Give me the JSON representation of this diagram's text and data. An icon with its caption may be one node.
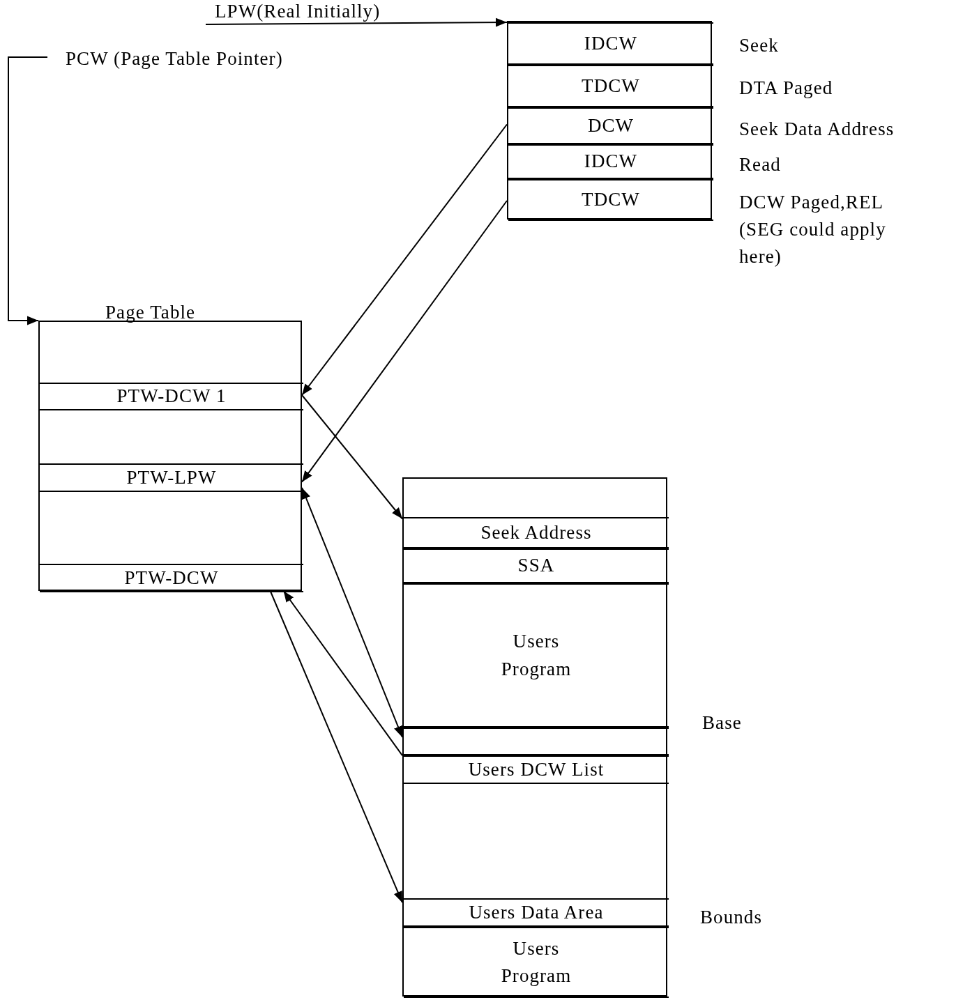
{
  "diagram": {
    "nodes": [
      {
        "text": [],
        "shape": "box"
      },
      {
        "text": [
          "IDCW"
        ],
        "in": 0,
        "beside": [
          "Seek"
        ]
      },
      {
        "text": [
          "TDCW"
        ],
        "in": 0,
        "beside": [
          "DTA Paged"
        ]
      },
      {
        "text": [
          "DCW"
        ],
        "in": 0,
        "beside": [
          "Seek Data Address"
        ]
      },
      {
        "text": [
          "IDCW"
        ],
        "in": 0,
        "beside": [
          "Read"
        ]
      },
      {
        "text": [
          "TDCW"
        ],
        "in": 0,
        "beside": [
          "DCW Paged,REL (SEG could apply here)"
        ]
      },
      {
        "text": [
          "PCW (Page Table Pointer)"
        ]
      },
      {
        "text": [
          "Page Table"
        ]
      },
      {
        "text": [
          "PTW-DCW 1"
        ],
        "in": 7
      },
      {
        "text": [
          "PTW-LPW"
        ],
        "in": 7
      },
      {
        "text": [
          "PTW-DCW"
        ],
        "in": 7
      },
      {
        "text": [],
        "shape": "box"
      },
      {
        "text": [
          "Seek Address"
        ],
        "in": 11
      },
      {
        "text": [
          "SSA"
        ],
        "in": 11
      },
      {
        "text": [
          "Users Program"
        ],
        "in": 11
      },
      {
        "text": [],
        "shape": "box",
        "in": 11,
        "beside": [
          "Base"
        ]
      },
      {
        "text": [
          "Users DCW List"
        ],
        "in": 11
      },
      {
        "text": [
          "Users Data Area"
        ],
        "in": 11,
        "beside": [
          "Bounds"
        ]
      },
      {
        "text": [
          "Users Program"
        ],
        "in": 11
      }
    ],
    "edges": [
      {
        "from": null,
        "to": 0,
        "arrow": "to",
        "label": "LPW(Real Initially)"
      },
      {
        "from": 6,
        "to": 7,
        "arrow": "to"
      },
      {
        "from": 3,
        "to": 8,
        "arrow": "to"
      },
      {
        "from": 5,
        "to": 9,
        "arrow": "to"
      },
      {
        "from": 8,
        "to": 12,
        "arrow": "to"
      },
      {
        "from": 9,
        "to": 15,
        "arrow": "both"
      },
      {
        "from": 16,
        "to": 10,
        "arrow": "to"
      },
      {
        "from": 10,
        "to": 17,
        "arrow": "to"
      }
    ]
  }
}
